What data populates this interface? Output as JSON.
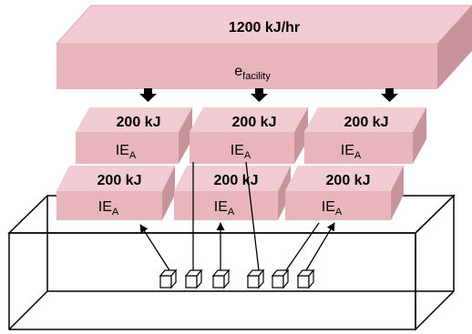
{
  "facility": {
    "rate_label": "1200 kJ/hr",
    "efficiency_base": "e",
    "efficiency_sub": "facility"
  },
  "units": [
    {
      "energy_label": "200 kJ",
      "name_base": "IE",
      "name_sub": "A"
    },
    {
      "energy_label": "200 kJ",
      "name_base": "IE",
      "name_sub": "A"
    },
    {
      "energy_label": "200 kJ",
      "name_base": "IE",
      "name_sub": "A"
    },
    {
      "energy_label": "200 kJ",
      "name_base": "IE",
      "name_sub": "A"
    },
    {
      "energy_label": "200 kJ",
      "name_base": "IE",
      "name_sub": "A"
    },
    {
      "energy_label": "200 kJ",
      "name_base": "IE",
      "name_sub": "A"
    }
  ],
  "colors": {
    "block_front": "#e8b5bc",
    "block_top": "#f1ccd2",
    "block_side": "#c8949b",
    "outline": "#000000"
  }
}
